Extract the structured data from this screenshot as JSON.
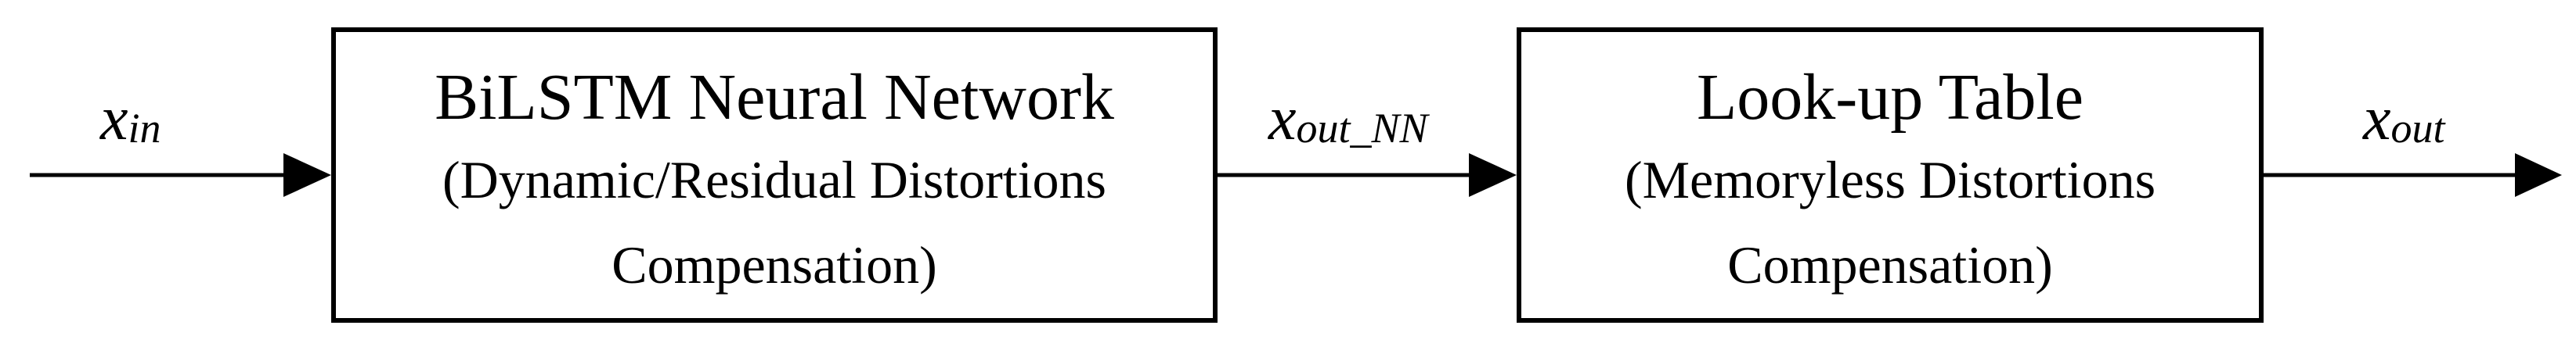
{
  "blocks": {
    "nn": {
      "title": "BiLSTM Neural Network",
      "line2": "(Dynamic/Residual Distortions",
      "line3": "Compensation)"
    },
    "lut": {
      "title": "Look-up Table",
      "line2": "(Memoryless Distortions",
      "line3": "Compensation)"
    }
  },
  "signals": {
    "input": {
      "symbol": "x",
      "subscript": "in"
    },
    "intermediate": {
      "symbol": "x",
      "subscript": "out_NN"
    },
    "output": {
      "symbol": "x",
      "subscript": "out"
    }
  },
  "colors": {
    "line": "#000000",
    "background": "#ffffff"
  }
}
